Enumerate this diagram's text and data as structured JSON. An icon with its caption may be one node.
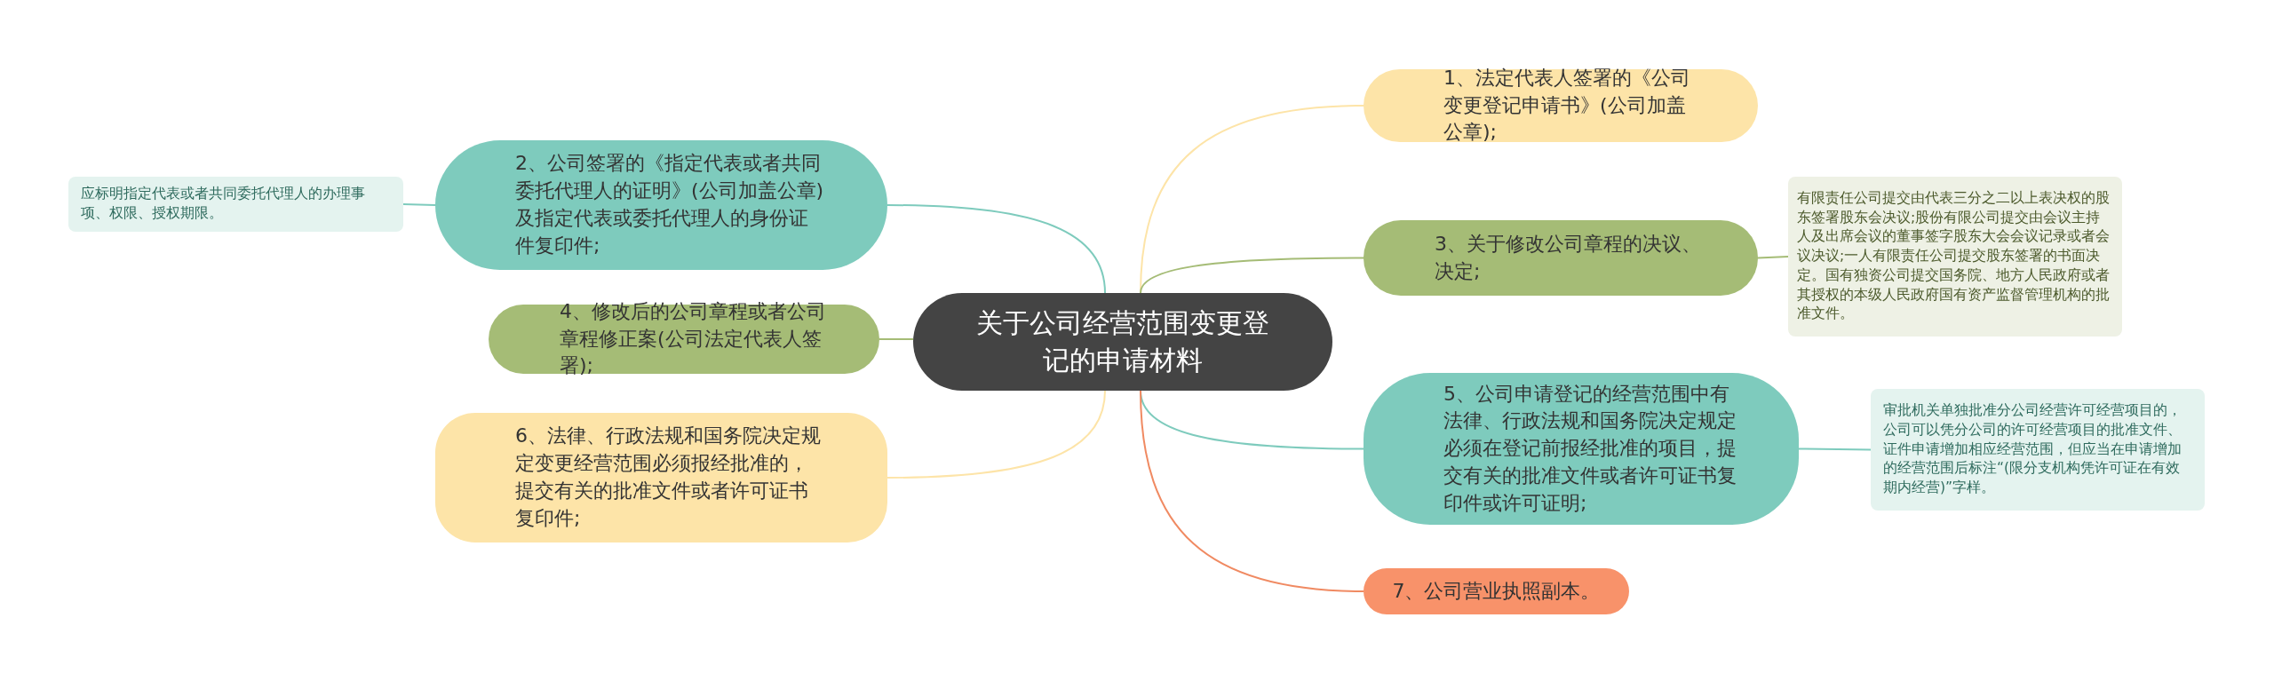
{
  "diagram": {
    "nodes": [
      {
        "text": [
          "关于公司经营范围变更登记的申请材料"
        ]
      },
      {
        "text": [
          "1、法定代表人签署的《公司变更登记申请书》(公司加盖公章);"
        ]
      },
      {
        "text": [
          "2、公司签署的《指定代表或者共同委托代理人的证明》(公司加盖公章)及指定代表或委托代理人的身份证件复印件;"
        ]
      },
      {
        "text": [
          "应标明指定代表或者共同委托代理人的办理事项、权限、授权期限。"
        ]
      },
      {
        "text": [
          "3、关于修改公司章程的决议、决定;"
        ]
      },
      {
        "text": [
          "有限责任公司提交由代表三分之二以上表决权的股东签署股东会决议;股份有限公司提交由会议主持人及出席会议的董事签字股东大会会议记录或者会议决议;一人有限责任公司提交股东签署的书面决定。国有独资公司提交国务院、地方人民政府或者其授权的本级人民政府国有资产监督管理机构的批准文件。"
        ]
      },
      {
        "text": [
          "4、修改后的公司章程或者公司章程修正案(公司法定代表人签署);"
        ]
      },
      {
        "text": [
          "5、公司申请登记的经营范围中有法律、行政法规和国务院决定规定必须在登记前报经批准的项目，提交有关的批准文件或者许可证书复印件或许可证明;"
        ]
      },
      {
        "text": [
          "审批机关单独批准分公司经营许可经营项目的，公司可以凭分公司的许可经营项目的批准文件、证件申请增加相应经营范围，但应当在申请增加的经营范围后标注“(限分支机构凭许可证在有效期内经营)”字样。"
        ]
      },
      {
        "text": [
          "6、法律、行政法规和国务院决定规定变更经营范围必须报经批准的，提交有关的批准文件或者许可证书复印件;"
        ]
      },
      {
        "text": [
          "7、公司营业执照副本。"
        ]
      }
    ],
    "edges": [
      {
        "from": 0,
        "to": 1,
        "arrow": "none",
        "color": "#fde4a8"
      },
      {
        "from": 0,
        "to": 2,
        "arrow": "none",
        "color": "#7ecbbd"
      },
      {
        "from": 2,
        "to": 3,
        "arrow": "none",
        "color": "#7ecbbd"
      },
      {
        "from": 0,
        "to": 4,
        "arrow": "none",
        "color": "#a5bc76"
      },
      {
        "from": 4,
        "to": 5,
        "arrow": "none",
        "color": "#a5bc76"
      },
      {
        "from": 0,
        "to": 6,
        "arrow": "none",
        "color": "#a5bc76"
      },
      {
        "from": 0,
        "to": 7,
        "arrow": "none",
        "color": "#7ecbbd"
      },
      {
        "from": 7,
        "to": 8,
        "arrow": "none",
        "color": "#7ecbbd"
      },
      {
        "from": 0,
        "to": 9,
        "arrow": "none",
        "color": "#fde4a8"
      },
      {
        "from": 0,
        "to": 10,
        "arrow": "none",
        "color": "#f08a62"
      }
    ]
  }
}
